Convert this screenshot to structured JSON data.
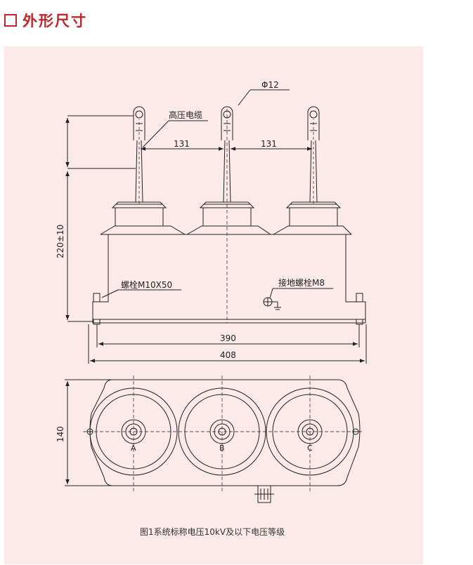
{
  "header": {
    "title": "外形尺寸"
  },
  "labels": {
    "phi": "Φ12",
    "cable": "高压电缆",
    "pitch_left": "131",
    "pitch_right": "131",
    "height": "220±10",
    "bolt": "螺栓M10X50",
    "ground_bolt": "接地螺栓M8",
    "width_inner": "390",
    "width_outer": "408",
    "depth": "140",
    "phase_a": "A",
    "phase_b": "B",
    "phase_c": "C"
  },
  "caption": "图1系统标称电压10kV及以下电压等级"
}
